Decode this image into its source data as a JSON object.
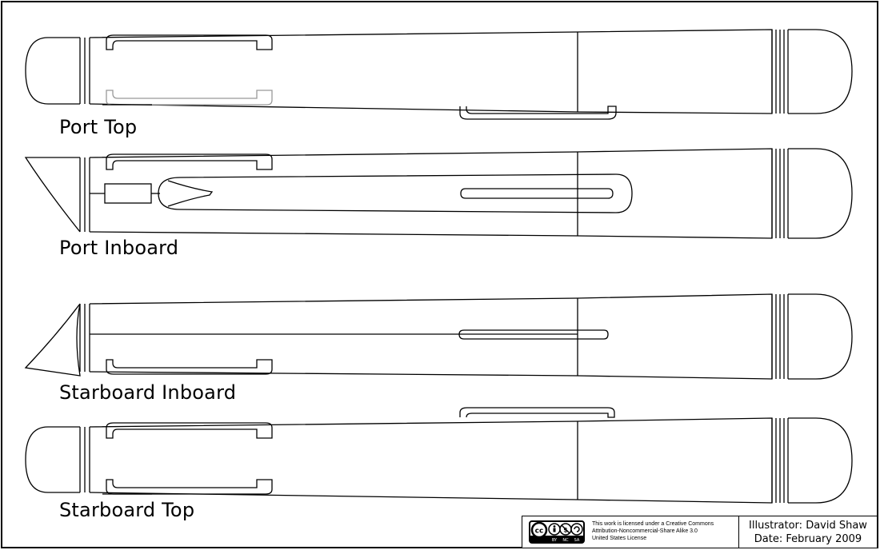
{
  "views": [
    {
      "id": "port-top",
      "label": "Port Top"
    },
    {
      "id": "port-inboard",
      "label": "Port Inboard"
    },
    {
      "id": "starboard-inboard",
      "label": "Starboard Inboard"
    },
    {
      "id": "starboard-top",
      "label": "Starboard Top"
    }
  ],
  "license": {
    "badge": {
      "cc": "cc",
      "by": "BY",
      "nc": "NC",
      "sa": "SA"
    },
    "line1": "This work is licensed under a Creative Commons",
    "line2": "Attribution-Noncommercial-Share Alike 3.0",
    "line3": "United States License"
  },
  "credits": {
    "illustrator": "Illustrator: David Shaw",
    "date": "Date: February 2009"
  },
  "colors": {
    "line": "#000000",
    "background": "#ffffff"
  }
}
